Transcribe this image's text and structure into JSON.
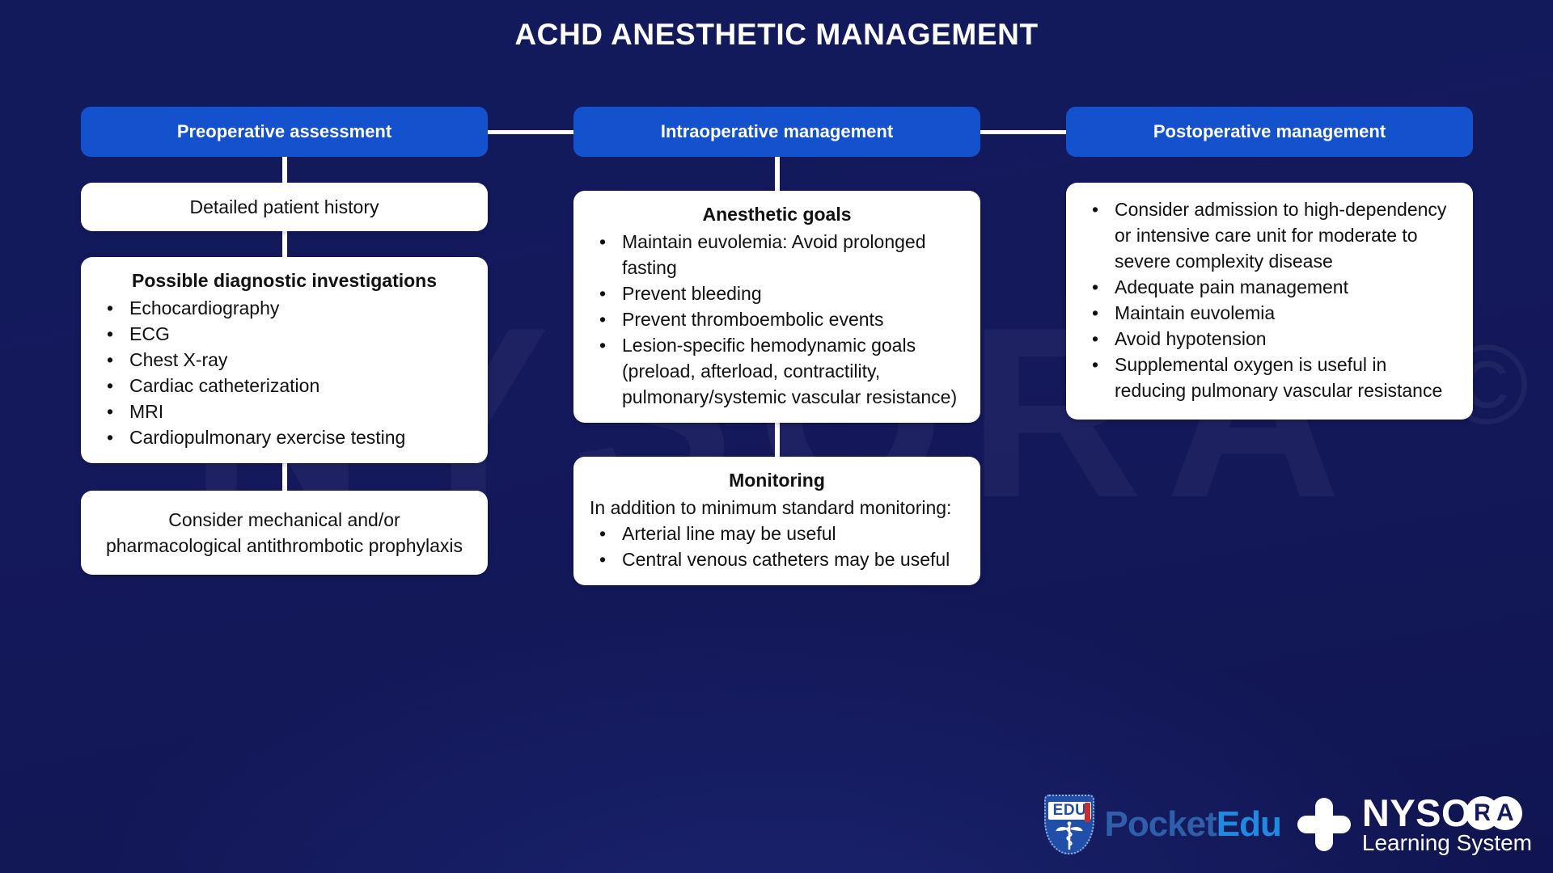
{
  "page": {
    "title": "ACHD ANESTHETIC MANAGEMENT",
    "background_color": "#131a5e",
    "header_color": "#1452cd",
    "card_color": "#ffffff",
    "watermark_text": "NYSORA",
    "watermark_copyright": "©"
  },
  "columns": [
    {
      "header": "Preoperative assessment",
      "cards": [
        {
          "kind": "centered",
          "text": "Detailed patient history"
        },
        {
          "kind": "titled-list",
          "title": "Possible diagnostic investigations",
          "bullets": [
            "Echocardiography",
            "ECG",
            "Chest X-ray",
            "Cardiac catheterization",
            "MRI",
            "Cardiopulmonary exercise testing"
          ]
        },
        {
          "kind": "centered",
          "text": "Consider mechanical and/or pharmacological antithrombotic prophylaxis"
        }
      ]
    },
    {
      "header": "Intraoperative management",
      "cards": [
        {
          "kind": "titled-list",
          "title": "Anesthetic goals",
          "bullets": [
            "Maintain euvolemia: Avoid prolonged fasting",
            "Prevent bleeding",
            "Prevent thromboembolic events",
            "Lesion-specific hemodynamic goals (preload, afterload, contractility, pulmonary/systemic vascular resistance)"
          ]
        },
        {
          "kind": "titled-lead-list",
          "title": "Monitoring",
          "lead": "In addition to minimum standard monitoring:",
          "bullets": [
            "Arterial line may be useful",
            "Central venous catheters may be useful"
          ]
        }
      ]
    },
    {
      "header": "Postoperative management",
      "cards": [
        {
          "kind": "list",
          "bullets": [
            "Consider admission to high-dependency or intensive care unit for moderate to severe complexity disease",
            "Adequate pain management",
            "Maintain euvolemia",
            "Avoid hypotension",
            "Supplemental oxygen is useful in reducing pulmonary vascular resistance"
          ]
        }
      ]
    }
  ],
  "logos": {
    "pocketedu": {
      "shield_text": "EDU",
      "word_primary": "Pocket",
      "word_secondary": "Edu"
    },
    "nysora": {
      "part_1": "NYS",
      "part_2": "O",
      "circle_r": "R",
      "circle_a": "A",
      "subtitle": "Learning System"
    }
  }
}
